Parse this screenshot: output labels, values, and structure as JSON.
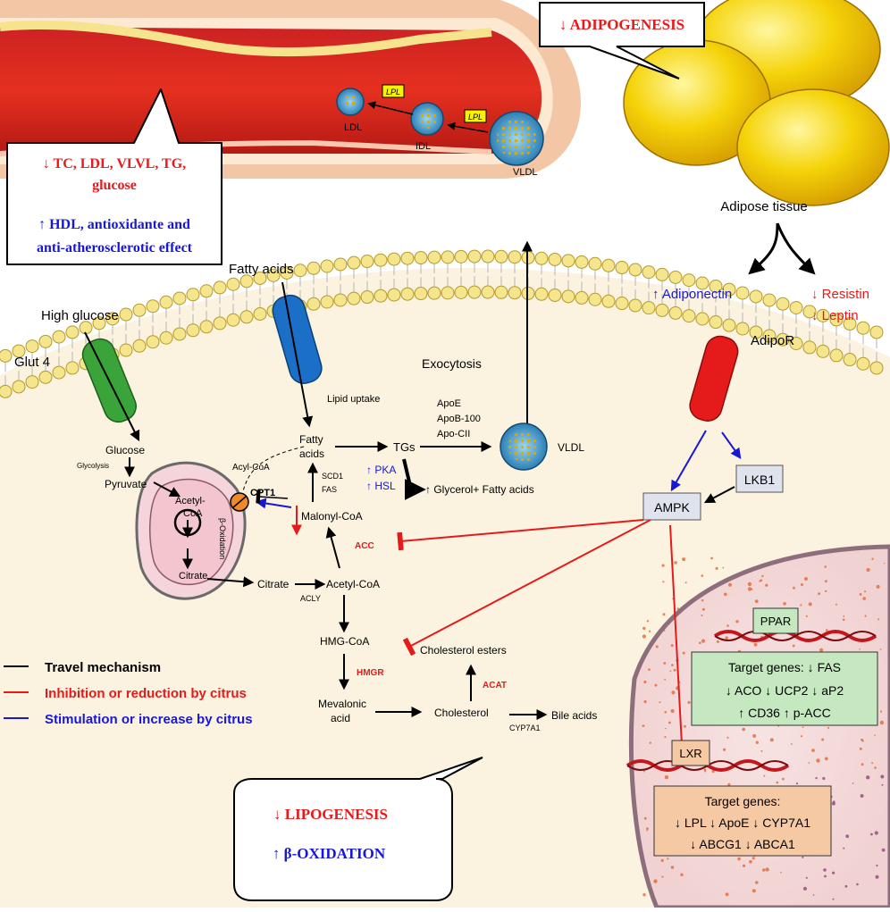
{
  "callouts": {
    "vessel_effects": {
      "line1": "↓ TC, LDL, VLVL, TG,",
      "line2": "glucose",
      "line3": "↑ HDL, antioxidante and",
      "line4": "anti-atherosclerotic effect"
    },
    "adipogenesis": "↓ ADIPOGENESIS",
    "liver_effects": {
      "lipogenesis": "↓ LIPOGENESIS",
      "beta_oxidation": "↑ β-OXIDATION"
    }
  },
  "vessel": {
    "lpl1": "LPL",
    "lpl2": "LPL",
    "ldl": "LDL",
    "idl": "IDL",
    "vldl": "VLDL"
  },
  "adipose": {
    "label": "Adipose tissue",
    "adiponectin": "↑ Adiponectin",
    "resistin": "↓ Resistin",
    "leptin": "↓ Leptin"
  },
  "membrane": {
    "fatty_acids": "Fatty acids",
    "high_glucose": "High glucose",
    "glut4": "Glut 4",
    "adipor": "AdipoR",
    "exocytosis": "Exocytosis",
    "lipid_uptake": "Lipid uptake"
  },
  "pathway": {
    "glucose": "Glucose",
    "glycolysis": "Glycolysis",
    "pyruvate": "Pyruvate",
    "acetyl_coa_mito": "Acetyl-",
    "acetyl_coa_mito2": "CoA",
    "beta_ox": "β-Oxidation",
    "citrate_mito": "Citrate",
    "cpt1": "CPT1",
    "acyl_coa": "Acyl-CoA",
    "fatty_acids": "Fatty",
    "fatty_acids2": "acids",
    "scd1": "SCD1",
    "fas": "FAS",
    "malonyl_coa": "Malonyl-CoA",
    "acc": "ACC",
    "citrate": "Citrate",
    "acly": "ACLY",
    "acetyl_coa": "Acetyl-CoA",
    "hmg_coa": "HMG-CoA",
    "hmgr": "HMGR",
    "mevalonic": "Mevalonic",
    "mevalonic2": "acid",
    "cholesterol": "Cholesterol",
    "acat": "ACAT",
    "cholesterol_esters": "Cholesterol esters",
    "bile_acids": "Bile acids",
    "cyp7a1": "CYP7A1",
    "tgs": "TGs",
    "apoe": "ApoE",
    "apob": "ApoB-100",
    "apoc": "Apo-CII",
    "vldl": "VLDL",
    "pka": "↑ PKA",
    "hsl": "↑ HSL",
    "glycerol": "↑ Glycerol+ Fatty acids",
    "ampk": "AMPK",
    "lkb1": "LKB1"
  },
  "nucleus": {
    "ppar": "PPAR",
    "ppar_title": "Target genes: ↓ FAS",
    "ppar_line2": "↓ ACO ↓ UCP2 ↓ aP2",
    "ppar_line3": "↑ CD36 ↑ p-ACC",
    "lxr": "LXR",
    "lxr_title": "Target genes:",
    "lxr_line2": "↓ LPL ↓ ApoE ↓ CYP7A1",
    "lxr_line3": "↓ ABCG1 ↓ ABCA1"
  },
  "legend": [
    {
      "label": "Travel mechanism",
      "color": "#000000"
    },
    {
      "label": "Inhibition or reduction by citrus",
      "color": "#e8191a"
    },
    {
      "label": "Stimulation or increase by citrus",
      "color": "#1717d8"
    }
  ],
  "colors": {
    "red": "#e8191a",
    "blue": "#1717d8",
    "membrane": "#f5e58c",
    "cytoplasm": "#fbf3df",
    "ampk_box": "#dfe3ee",
    "ppar_box": "#c5e8c0",
    "lxr_box": "#f6c9a5"
  }
}
